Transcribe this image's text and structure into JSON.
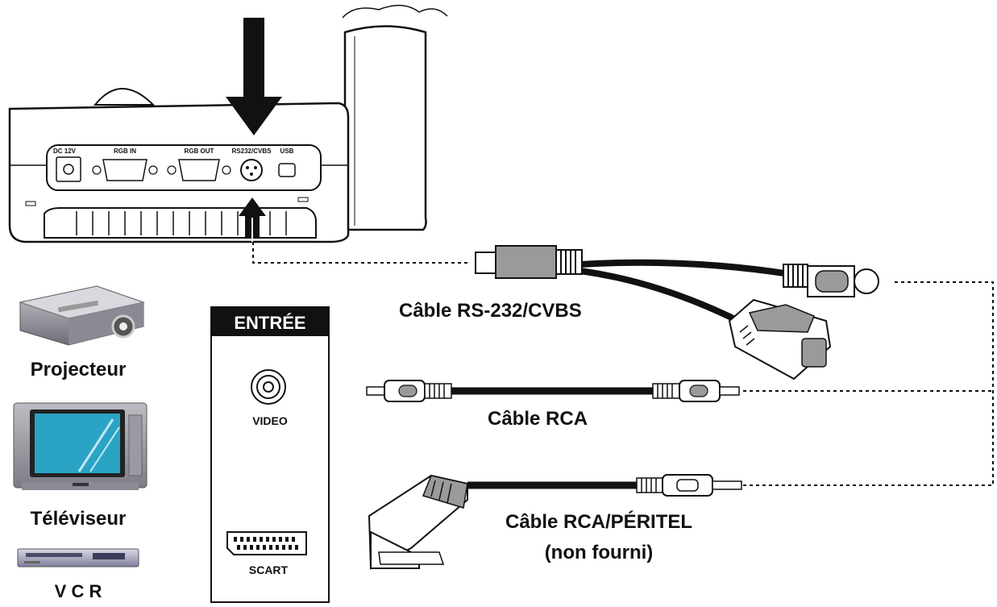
{
  "device": {
    "ports": {
      "dc": "DC 12V",
      "rgb_in": "RGB IN",
      "rgb_out": "RGB OUT",
      "rs232": "RS232/CVBS",
      "usb": "USB"
    }
  },
  "devices": {
    "projector": "Projecteur",
    "tv": "Téléviseur",
    "vcr": "V C R"
  },
  "input_panel": {
    "title": "ENTRÉE",
    "video": "VIDEO",
    "scart": "SCART"
  },
  "cables": {
    "rs232": "Câble RS-232/CVBS",
    "rca": "Câble RCA",
    "scart_line1": "Câble RCA/PÉRITEL",
    "scart_line2": "(non fourni)"
  },
  "colors": {
    "ink": "#111111",
    "screen": "#2aa3c4",
    "gray": "#9a9a9a"
  }
}
